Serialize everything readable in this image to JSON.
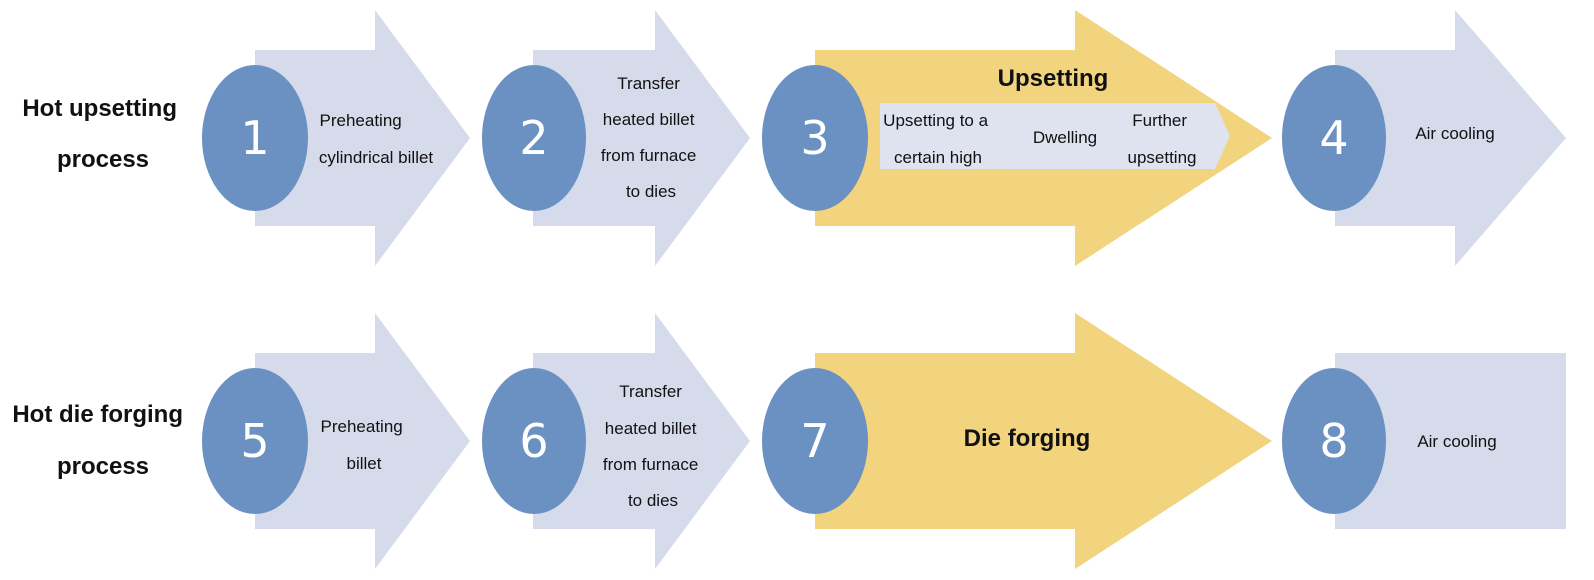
{
  "rows": [
    {
      "label": [
        "Hot upsetting",
        "process"
      ],
      "steps": [
        {
          "num": "1",
          "lines": [
            "Preheating",
            "cylindrical billet"
          ]
        },
        {
          "num": "2",
          "lines": [
            "Transfer",
            "heated billet",
            "from furnace",
            "to dies"
          ]
        },
        {
          "num": "3",
          "title": "Upsetting",
          "substeps": [
            {
              "lines": [
                "Upsetting to a",
                "certain high"
              ]
            },
            {
              "lines": [
                "Dwelling"
              ]
            },
            {
              "lines": [
                "Further",
                "upsetting"
              ]
            }
          ]
        },
        {
          "num": "4",
          "lines": [
            "Air cooling"
          ]
        }
      ]
    },
    {
      "label": [
        "Hot die forging",
        "process"
      ],
      "steps": [
        {
          "num": "5",
          "lines": [
            "Preheating",
            "billet"
          ]
        },
        {
          "num": "6",
          "lines": [
            "Transfer",
            "heated billet",
            "from furnace",
            "to dies"
          ]
        },
        {
          "num": "7",
          "title": "Die forging"
        },
        {
          "num": "8",
          "lines": [
            "Air cooling"
          ]
        }
      ]
    }
  ],
  "colors": {
    "arrow_fill": "#d6dbec",
    "highlight_fill": "#f2d37e",
    "circle_fill": "#6a91c2",
    "substep_fill": "#dfe3f0",
    "number_text": "#ffffff",
    "text": "#111111"
  }
}
